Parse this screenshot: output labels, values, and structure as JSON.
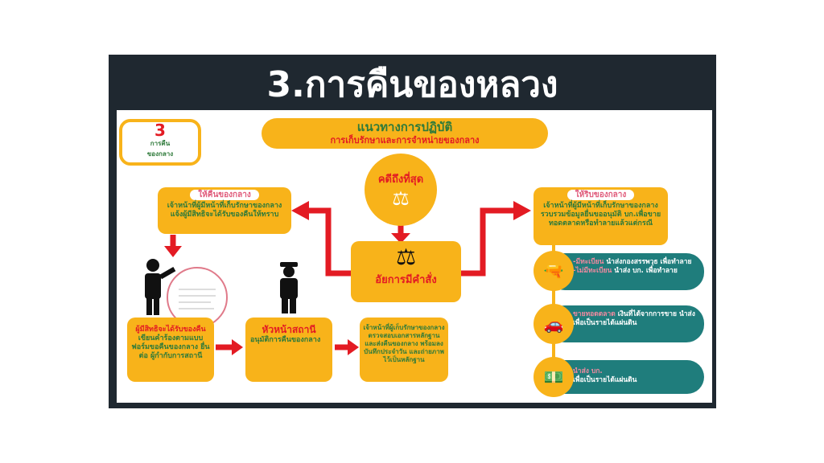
{
  "title": "3.การคืนของหลวง",
  "badge": {
    "number": "3",
    "label1": "การคืน",
    "label2": "ของกลาง"
  },
  "header": {
    "line1": "แนวทางการปฏิบัติ",
    "line2": "การเก็บรักษาและการจำหน่ายของกลาง"
  },
  "final_case": "คดีถึงที่สุด",
  "prosecutor": "อัยการมีคำสั่ง",
  "return_box": {
    "tag": "ให้คืนของกลาง",
    "text": "เจ้าหน้าที่ผู้มีหน้าที่เก็บรักษาของกลางแจ้งผู้มีสิทธิจะได้รับของคืนให้ทราบ"
  },
  "seize_box": {
    "tag": "ให้ริบของกลาง",
    "text": "เจ้าหน้าที่ผู้มีหน้าที่เก็บรักษาของกลางรวบรวมข้อมูลยื่นขออนุมัติ บก.เพื่อขายทอดตลาดหรือทำลายแล้วแต่กรณี"
  },
  "step1": {
    "highlight": "ผู้มีสิทธิจะได้รับของคืน",
    "text": "เขียนคำร้องตามแบบฟอร์มขอคืนของกลาง ยื่นต่อ ผู้กำกับการสถานี"
  },
  "step2": {
    "title": "หัวหน้าสถานี",
    "text": "อนุมัติการคืนของกลาง"
  },
  "step3": {
    "text": "เจ้าหน้าที่ผู้เก็บรักษาของกลาง ตรวจสอบเอกสารหลักฐาน และส่งคืนของกลาง พร้อมลงบันทึกประจำวัน และถ่ายภาพไว้เป็นหลักฐาน"
  },
  "outcomes": [
    {
      "icon": "gun",
      "h1": "-มีทะเบียน",
      "t1": "นำส่งกองสรรพวุธ เพื่อทำลาย",
      "h2": "-ไม่มีทะเบียน",
      "t2": "นำส่ง บก. เพื่อทำลาย"
    },
    {
      "icon": "vehicle",
      "h1": "ขายทอดตลาด",
      "t1": "เงินที่ได้จากการขาย นำส่งเพื่อเป็นรายได้แผ่นดิน"
    },
    {
      "icon": "money",
      "h1": "นำส่ง บก.",
      "t1": "เพื่อเป็นรายได้แผ่นดิน"
    }
  ]
}
